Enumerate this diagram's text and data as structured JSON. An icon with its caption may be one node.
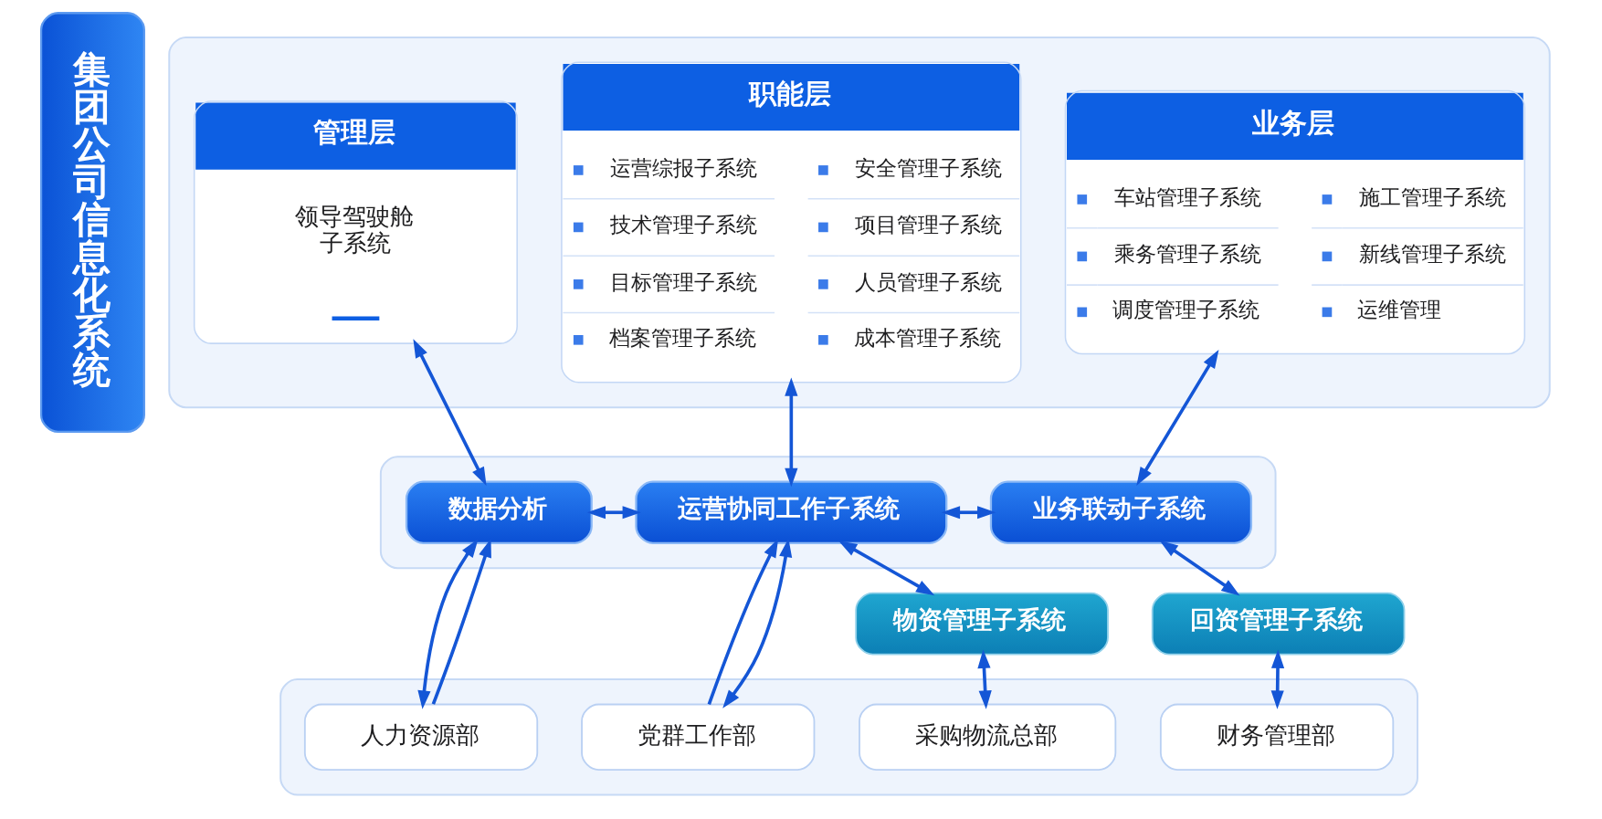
{
  "diagram": {
    "nodes": [
      {
        "text": [
          "集团公司信息化系统"
        ]
      },
      {
        "text": [],
        "shape": "box"
      },
      {
        "text": [
          "管理层",
          "领导驾驶舱子系统"
        ],
        "in": 1
      },
      {
        "text": [
          "职能层",
          "运营综报子系统",
          "安全管理子系统",
          "技术管理子系统",
          "项目管理子系统",
          "目标管理子系统",
          "人员管理子系统",
          "档案管理子系统",
          "成本管理子系统"
        ],
        "in": 1
      },
      {
        "text": [
          "业务层",
          "车站管理子系统",
          "施工管理子系统",
          "乘务管理子系统",
          "新线管理子系统",
          "调度管理子系统",
          "运维管理"
        ],
        "in": 1
      },
      {
        "text": [],
        "shape": "box"
      },
      {
        "text": [
          "数据分析"
        ],
        "in": 5
      },
      {
        "text": [
          "运营协同工作子系统"
        ],
        "in": 5
      },
      {
        "text": [
          "业务联动子系统"
        ],
        "in": 5
      },
      {
        "text": [
          "物资管理子系统"
        ]
      },
      {
        "text": [
          "回资管理子系统"
        ]
      },
      {
        "text": [],
        "shape": "box"
      },
      {
        "text": [
          "人力资源部"
        ],
        "in": 11
      },
      {
        "text": [
          "党群工作部"
        ],
        "in": 11
      },
      {
        "text": [
          "采购物流总部"
        ],
        "in": 11
      },
      {
        "text": [
          "财务管理部"
        ],
        "in": 11
      }
    ],
    "edges": [
      {
        "from": 2,
        "to": 6,
        "arrow": "both"
      },
      {
        "from": 3,
        "to": 7,
        "arrow": "both"
      },
      {
        "from": 4,
        "to": 8,
        "arrow": "both"
      },
      {
        "from": 6,
        "to": 7,
        "arrow": "both"
      },
      {
        "from": 7,
        "to": 8,
        "arrow": "both"
      },
      {
        "from": 7,
        "to": 9,
        "arrow": "both"
      },
      {
        "from": 8,
        "to": 10,
        "arrow": "both"
      },
      {
        "from": 12,
        "to": 6,
        "arrow": "to"
      },
      {
        "from": 6,
        "to": 12,
        "arrow": "both"
      },
      {
        "from": 13,
        "to": 7,
        "arrow": "to"
      },
      {
        "from": 7,
        "to": 13,
        "arrow": "both"
      },
      {
        "from": 9,
        "to": 14,
        "arrow": "both"
      },
      {
        "from": 10,
        "to": 15,
        "arrow": "both"
      }
    ]
  }
}
